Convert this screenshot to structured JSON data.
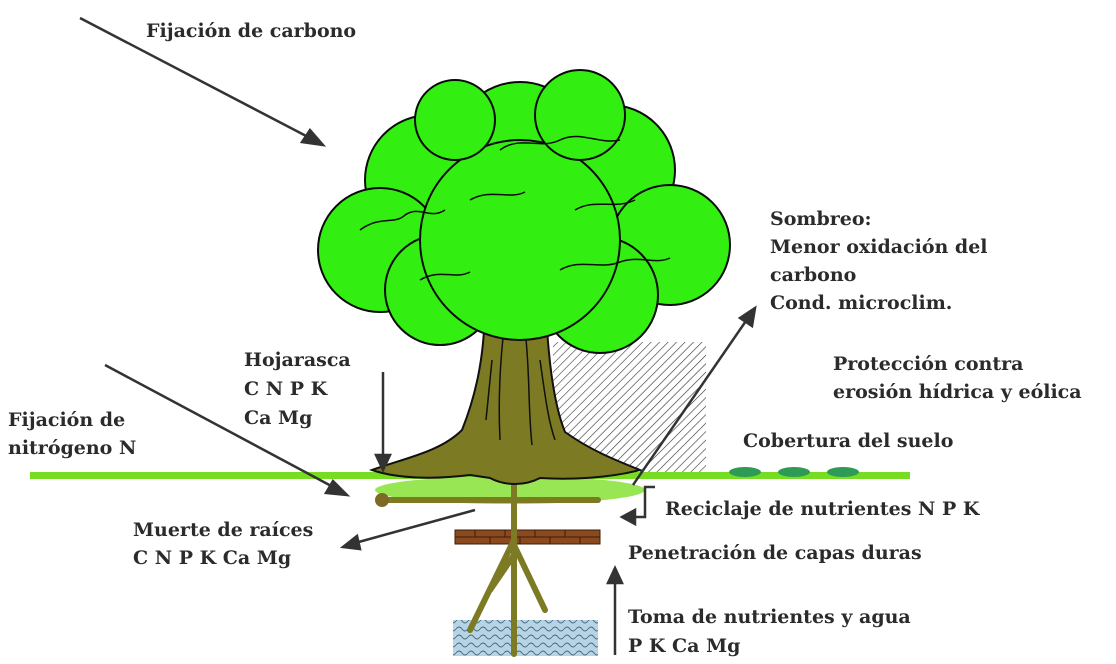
{
  "labels": {
    "carbon_fixation": "Fijación de carbono",
    "shade": [
      "Sombreo:",
      "Menor oxidación del",
      "carbono",
      "Cond. microclim."
    ],
    "leaf_litter": [
      "Hojarasca",
      "C N P K",
      "Ca Mg"
    ],
    "nitrogen_fixation": [
      "Fijación de",
      "nitrógeno N"
    ],
    "erosion_protection": [
      "Protección contra",
      "erosión hídrica y eólica"
    ],
    "ground_cover": "Cobertura del suelo",
    "nutrient_recycling": "Reciclaje de nutrientes N P K",
    "root_death": [
      "Muerte de raíces",
      "C N P K Ca Mg"
    ],
    "hardpan_penetration": "Penetración de capas duras",
    "uptake": [
      "Toma de nutrientes y agua",
      "P K Ca Mg"
    ]
  },
  "colors": {
    "foliage": "#33ee11",
    "foliage_outline": "#0a0a0a",
    "trunk": "#7d7a24",
    "ground_line": "#77dd22",
    "root_zone": "#99e655",
    "hardpan": "#8a4a1e",
    "water_table": "#b7d3e6",
    "ground_cover_patch": "#2f9a55",
    "text": "#2b2b2b"
  }
}
